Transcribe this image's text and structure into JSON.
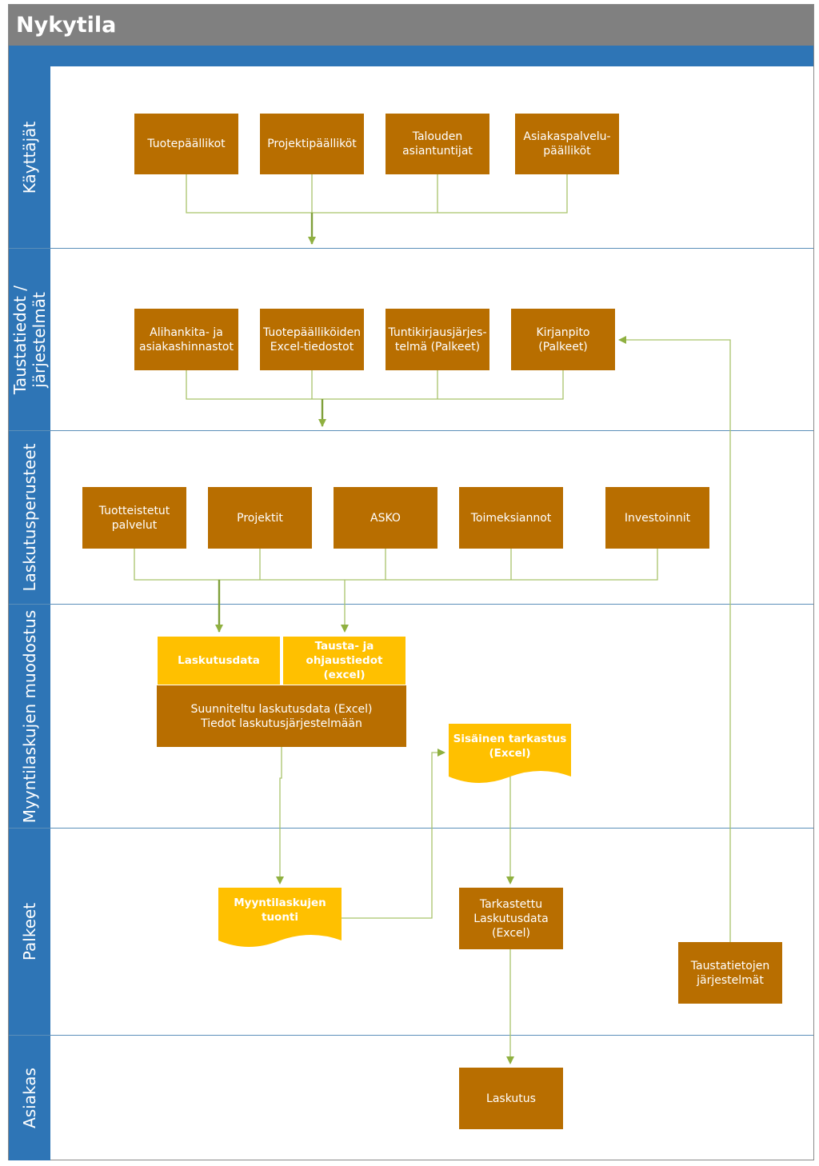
{
  "title": "Nykytila",
  "lanes": [
    {
      "label_lines": [
        "Käyttäjät"
      ]
    },
    {
      "label_lines": [
        "Taustatiedot /",
        "järjestelmät"
      ]
    },
    {
      "label_lines": [
        "Laskutusperusteet"
      ]
    },
    {
      "label_lines": [
        "Myyntilaskujen muodostus"
      ]
    },
    {
      "label_lines": [
        "Palkeet"
      ]
    },
    {
      "label_lines": [
        "Asiakas"
      ]
    }
  ],
  "users": [
    {
      "lines": [
        "Tuotepäällikot"
      ]
    },
    {
      "lines": [
        "Projektipäälliköt"
      ]
    },
    {
      "lines": [
        "Talouden",
        "asiantuntijat"
      ]
    },
    {
      "lines": [
        "Asiakaspalvelu-",
        "päälliköt"
      ]
    }
  ],
  "systems": [
    {
      "lines": [
        "Alihankita- ja",
        "asiakashinnastot"
      ]
    },
    {
      "lines": [
        "Tuotepäälliköiden",
        "Excel-tiedostot"
      ]
    },
    {
      "lines": [
        "Tuntikirjausjärjes-",
        "telmä (Palkeet)"
      ]
    },
    {
      "lines": [
        "Kirjanpito (Palkeet)"
      ]
    }
  ],
  "billing_bases": [
    {
      "lines": [
        "Tuotteistetut",
        "palvelut"
      ]
    },
    {
      "lines": [
        "Projektit"
      ]
    },
    {
      "lines": [
        "ASKO"
      ]
    },
    {
      "lines": [
        "Toimeksiannot"
      ]
    },
    {
      "lines": [
        "Investoinnit"
      ]
    }
  ],
  "invoice_formation": {
    "billing_data": {
      "lines": [
        "Laskutusdata"
      ]
    },
    "background_data": {
      "lines": [
        "Tausta- ja",
        "ohjaustiedot (excel)"
      ]
    },
    "planned": {
      "lines": [
        "Suunniteltu laskutusdata (Excel)",
        "Tiedot laskutusjärjestelmään"
      ]
    },
    "internal_check": {
      "lines": [
        "Sisäinen tarkastus",
        "(Excel)"
      ]
    }
  },
  "palkeet": {
    "import": {
      "lines": [
        "Myyntilaskujen",
        "tuonti"
      ]
    },
    "checked": {
      "lines": [
        "Tarkastettu",
        "Laskutusdata",
        "(Excel)"
      ]
    },
    "background_systems": {
      "lines": [
        "Taustatietojen",
        "järjestelmät"
      ]
    }
  },
  "customer": {
    "billing": {
      "lines": [
        "Laskutus"
      ]
    }
  },
  "colors": {
    "box_brown": "#b86e00",
    "box_yellow": "#ffc000",
    "lane_blue": "#2e75b6",
    "title_gray": "#808080",
    "connector_green": "#9bbb59"
  }
}
